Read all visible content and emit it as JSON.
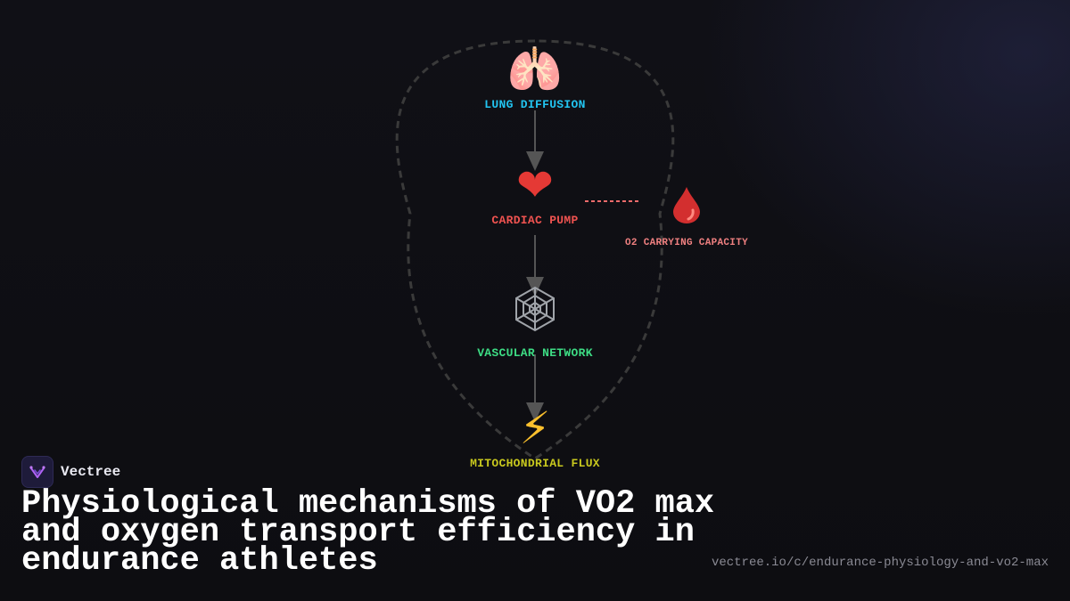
{
  "diagram": {
    "nodes": {
      "lung": {
        "label": "LUNG DIFFUSION",
        "icon": "lungs-icon"
      },
      "heart": {
        "label": "CARDIAC PUMP",
        "icon": "heart-icon"
      },
      "vascular": {
        "label": "VASCULAR NETWORK",
        "icon": "spider-web-icon"
      },
      "mito": {
        "label": "MITOCHONDRIAL FLUX",
        "icon": "lightning-bolt-icon"
      },
      "blood": {
        "label": "O2 CARRYING CAPACITY",
        "icon": "blood-drop-icon"
      }
    },
    "colors": {
      "lung": "#22c4f0",
      "heart": "#ef5350",
      "vascular": "#3ddc84",
      "mito": "#c8c81e",
      "blood": "#ef8080",
      "arrow": "#555555",
      "loop": "#3a3a3a"
    }
  },
  "brand": {
    "name": "Vectree"
  },
  "title": "Physiological mechanisms of VO2 max and oxygen transport efficiency in endurance athletes",
  "url": "vectree.io/c/endurance-physiology-and-vo2-max"
}
